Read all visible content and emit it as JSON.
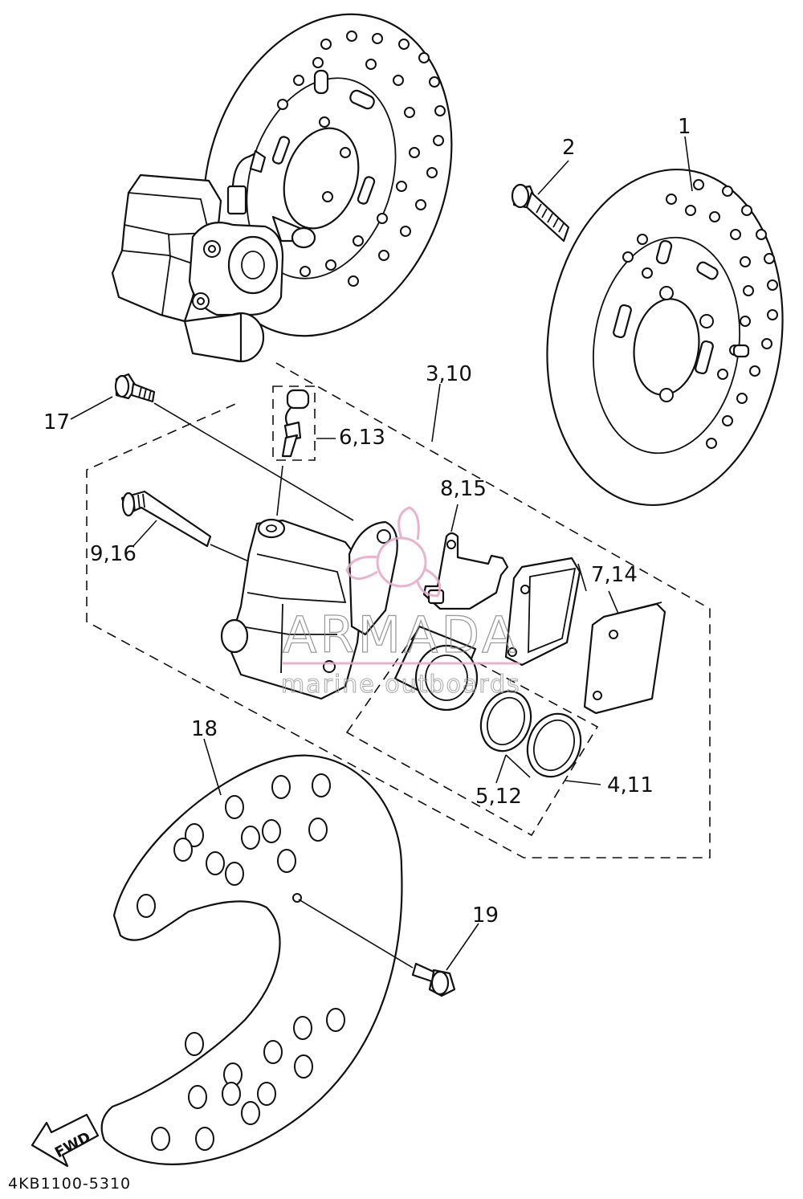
{
  "diagram": {
    "callouts": {
      "c1": "1",
      "c2": "2",
      "c3_10": "3,10",
      "c4_11": "4,11",
      "c5_12": "5,12",
      "c6_13": "6,13",
      "c7_14": "7,14",
      "c8_15": "8,15",
      "c9_16": "9,16",
      "c17": "17",
      "c18": "18",
      "c19": "19"
    },
    "arrow_label": "FWD",
    "drawing_code": "4KB1100-5310"
  },
  "watermark": {
    "brand": "ARMADA",
    "tagline": "marine outboards",
    "color": "#e6a6c6"
  }
}
